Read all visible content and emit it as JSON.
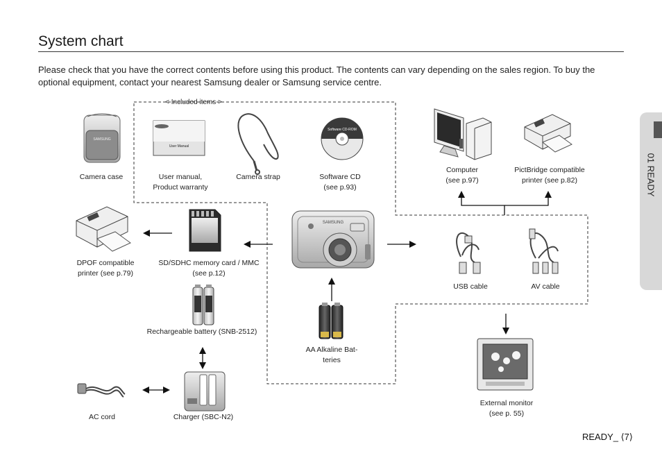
{
  "title": "System chart",
  "intro": "Please check that you have the correct contents before using this product. The contents can vary depending on the sales region. To buy the optional equipment, contact your nearest Samsung dealer or Samsung service centre.",
  "included_items_label": "< Included items >",
  "items": {
    "camera_case": "Camera case",
    "user_manual_1": "User manual,",
    "user_manual_2": "Product warranty",
    "camera_strap": "Camera strap",
    "software_cd_1": "Software CD",
    "software_cd_2": "(see p.93)",
    "computer_1": "Computer",
    "computer_2": "(see p.97)",
    "pictbridge_1": "PictBridge compatible",
    "pictbridge_2": "printer (see p.82)",
    "dpof_1": "DPOF compatible",
    "dpof_2": "printer (see p.79)",
    "memory_card_1": "SD/SDHC memory card / MMC",
    "memory_card_2": "(see p.12)",
    "usb_cable": "USB cable",
    "av_cable": "AV cable",
    "rechargeable_battery": "Rechargeable battery (SNB-2512)",
    "aa_battery_1": "AA Alkaline Bat-",
    "aa_battery_2": "teries",
    "external_monitor_1": "External monitor",
    "external_monitor_2": "(see p. 55)",
    "ac_cord": "AC cord",
    "charger": "Charger (SBC-N2)"
  },
  "product_text": {
    "brand": "SAMSUNG",
    "manual_cover": "User Manual",
    "cd_label": "Software CD-ROM"
  },
  "side_tab": "01 READY",
  "page_footer": "READY_ ⟨7⟩"
}
